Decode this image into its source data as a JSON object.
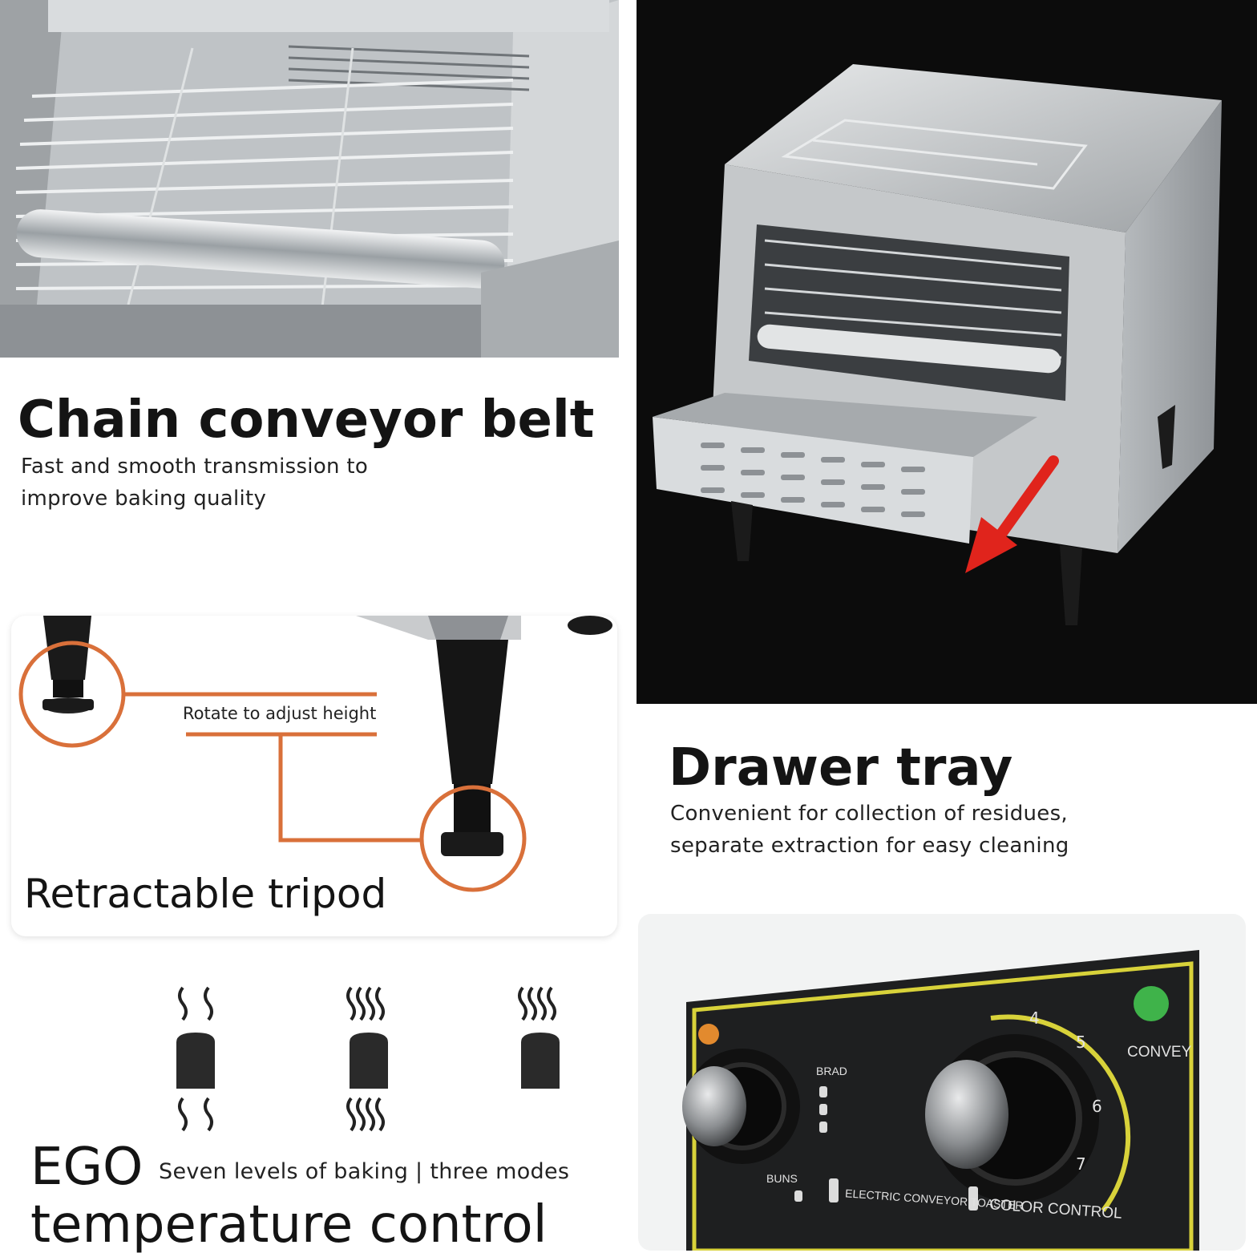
{
  "features": {
    "conveyor": {
      "title": "Chain conveyor belt",
      "line1": "Fast and smooth transmission to",
      "line2": "improve baking quality"
    },
    "tripod": {
      "title": "Retractable tripod",
      "callout": "Rotate to adjust height"
    },
    "drawer": {
      "title": "Drawer tray",
      "line1": "Convenient for collection of residues,",
      "line2": "separate extraction for easy cleaning"
    },
    "ego": {
      "title_line1": "EGO",
      "title_line2": "temperature control",
      "subtitle": "Seven levels of baking | three modes"
    }
  },
  "panel": {
    "label_brad": "BRAD",
    "label_buns": "BUNS",
    "label_product": "ELECTRIC CONVEYOR TOASTER",
    "label_color": "COLOR CONTROL",
    "label_convey": "CONVEY",
    "dial_numbers": [
      "4",
      "5",
      "6",
      "7"
    ]
  },
  "colors": {
    "accent_orange": "#d9703a",
    "panel_yellow": "#d8d23a",
    "arrow_red": "#e0241c",
    "lamp_green": "#3fb34a",
    "lamp_orange": "#e28a2e"
  }
}
